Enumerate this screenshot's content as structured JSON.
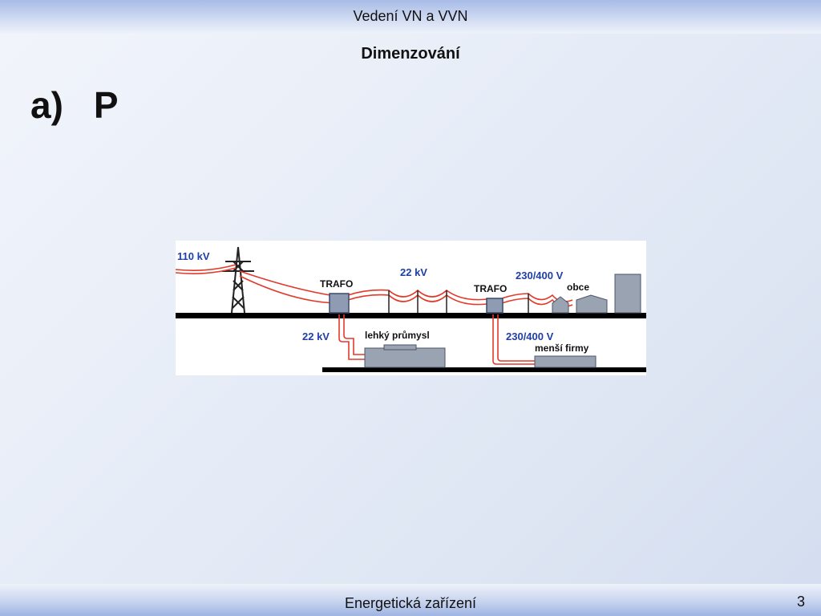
{
  "header": {
    "title": "Vedení VN a VVN"
  },
  "slide": {
    "subtitle": "Dimenzování",
    "heading_marker": "a)",
    "heading_text": "P"
  },
  "figure": {
    "labels": {
      "hv_line": "110 kV",
      "trafo_1": "TRAFO",
      "mv_line": "22 kV",
      "trafo_2": "TRAFO",
      "lv_line": "230/400 V",
      "municipalities": "obce",
      "mv_underground": "22 kV",
      "light_industry": "lehký průmysl",
      "lv_underground": "230/400 V",
      "small_companies": "menší firmy"
    },
    "colors": {
      "label_blue": "#1f3fa8",
      "line_red": "#e23a2a",
      "ground": "#000000",
      "building": "#9aa3b2"
    }
  },
  "footer": {
    "text": "Energetická zařízení",
    "page_number": "3"
  }
}
